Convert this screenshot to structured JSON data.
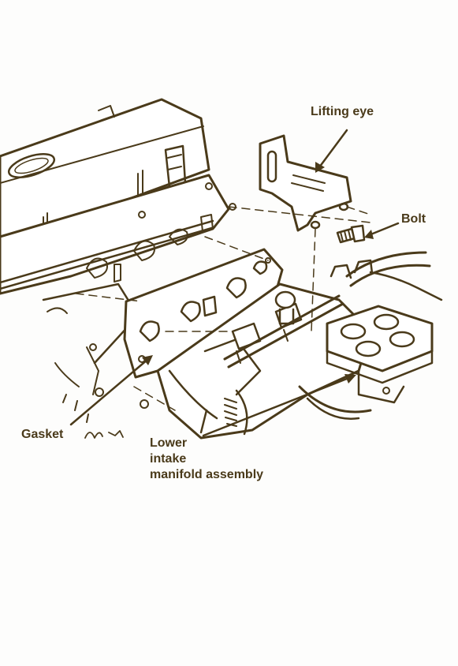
{
  "callouts": {
    "lifting_eye": "Lifting eye",
    "bolt": "Bolt",
    "gasket": "Gasket",
    "lower_intake": [
      "Lower",
      "intake",
      "manifold assembly"
    ]
  },
  "colors": {
    "ink": "#4a3a1a",
    "paper": "#fdfdfc"
  }
}
